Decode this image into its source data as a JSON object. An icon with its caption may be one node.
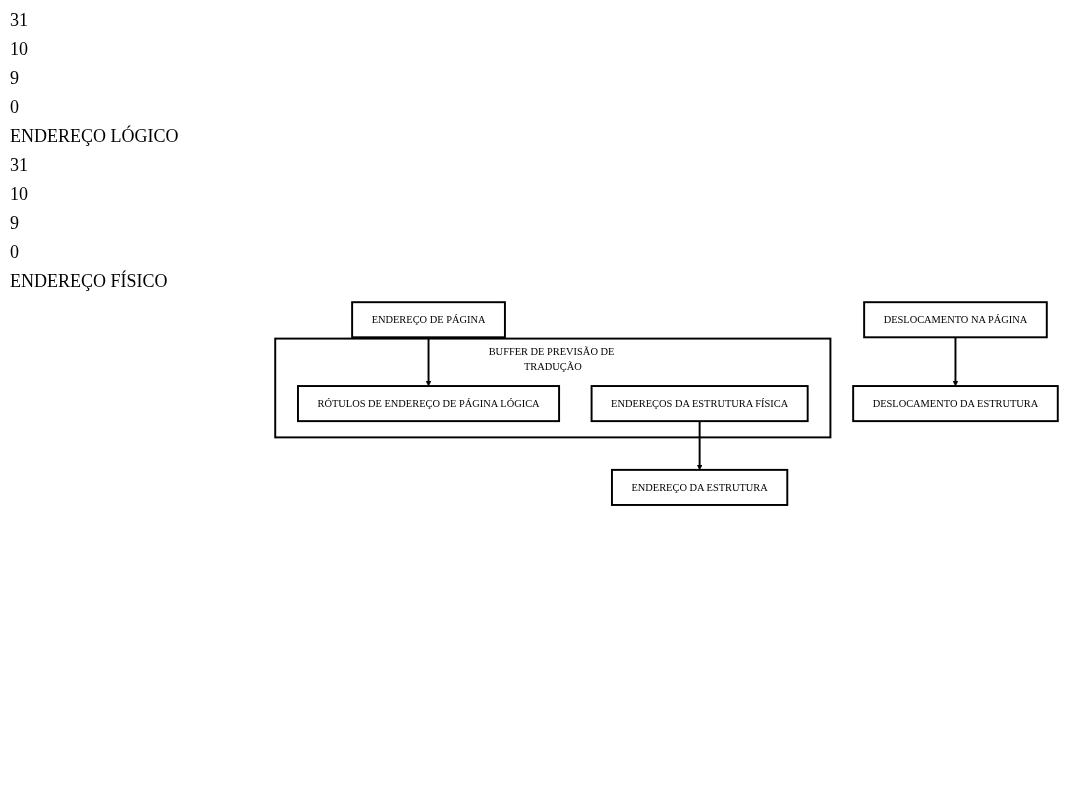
{
  "diagram": {
    "nodes": [
      {
        "text": [
          "ENDEREÇO DE PÁGINA"
        ]
      },
      {
        "text": [
          "DESLOCAMENTO NA PÁGINA"
        ]
      },
      {
        "text": [
          "BUFFER DE PREVISÃO DE TRADUÇÃO"
        ]
      },
      {
        "text": [
          "RÓTULOS DE ENDEREÇO DE PÁGINA LÓGICA"
        ],
        "in": 2
      },
      {
        "text": [
          "ENDEREÇOS DA ESTRUTURA FÍSICA"
        ],
        "in": 2
      },
      {
        "text": [
          "ENDEREÇO DA ESTRUTURA"
        ]
      },
      {
        "text": [
          "DESLOCAMENTO DA ESTRUTURA"
        ]
      }
    ],
    "edges": [
      {
        "from": 0,
        "to": 3,
        "arrow": "to"
      },
      {
        "from": 1,
        "to": 6,
        "arrow": "to"
      },
      {
        "from": 4,
        "to": 5,
        "arrow": "to"
      }
    ],
    "labels": [
      "31",
      "10",
      "9",
      "0",
      "ENDEREÇO LÓGICO",
      "31",
      "10",
      "9",
      "0",
      "ENDEREÇO FÍSICO"
    ]
  }
}
